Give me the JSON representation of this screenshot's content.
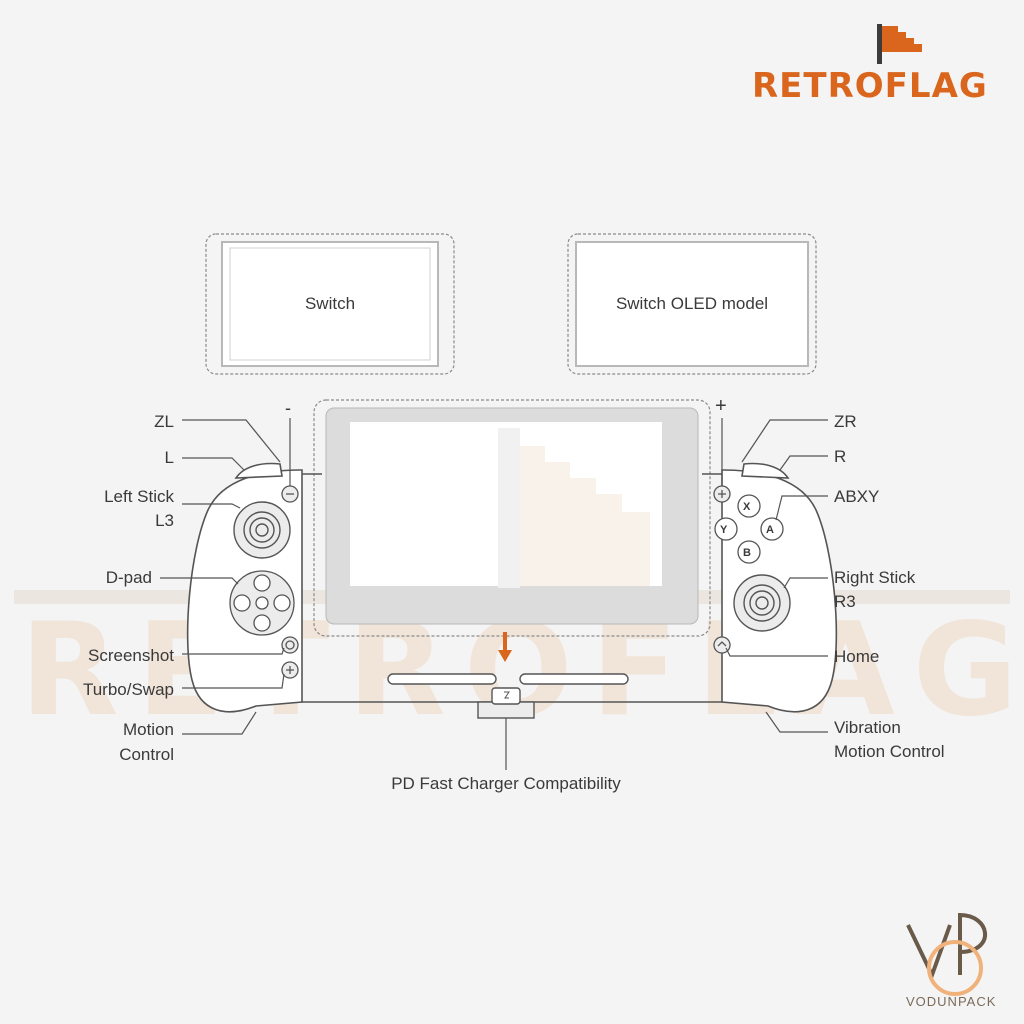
{
  "brand": {
    "name": "RETROFLAG",
    "color": "#d9661c"
  },
  "watermarks": {
    "center_text": "RETROFLAG",
    "vp_name": "VODUNPACK"
  },
  "consoles": {
    "switch": "Switch",
    "oled": "Switch OLED model"
  },
  "symbols": {
    "minus": "-",
    "plus": "+"
  },
  "labels_left": {
    "zl": "ZL",
    "l": "L",
    "left_stick_1": "Left Stick",
    "left_stick_2": "L3",
    "dpad": "D-pad",
    "screenshot": "Screenshot",
    "turbo": "Turbo/Swap",
    "motion_1": "Motion",
    "motion_2": "Control"
  },
  "labels_right": {
    "zr": "ZR",
    "r": "R",
    "abxy": "ABXY",
    "right_stick_1": "Right Stick",
    "right_stick_2": "R3",
    "home": "Home",
    "vibration_1": "Vibration",
    "vibration_2": "Motion Control"
  },
  "buttons": {
    "x": "X",
    "y": "Y",
    "a": "A",
    "b": "B"
  },
  "charger": "PD Fast Charger Compatibility"
}
